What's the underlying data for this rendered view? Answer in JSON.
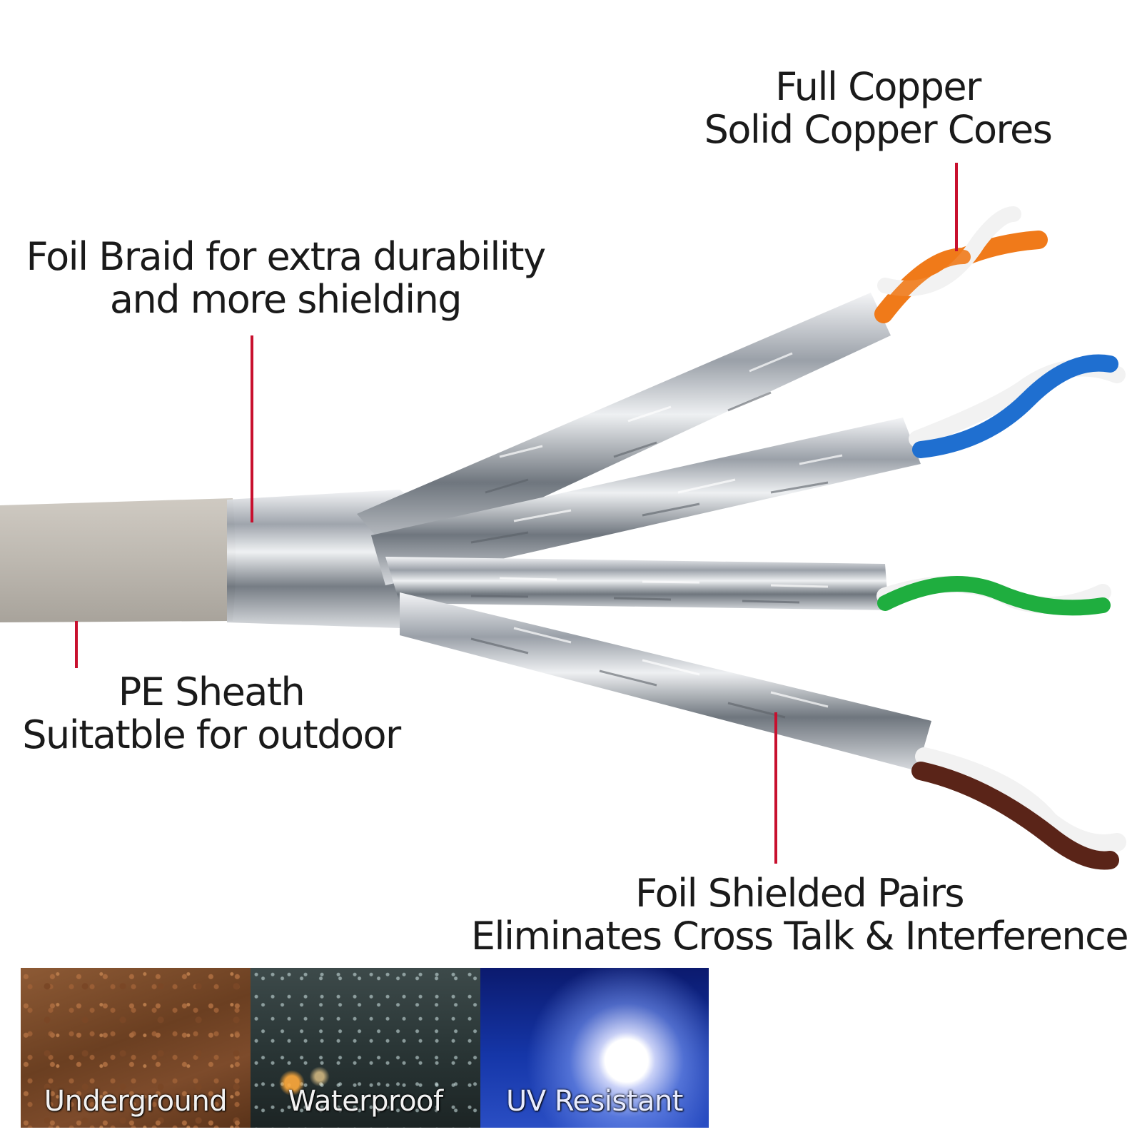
{
  "callouts": {
    "copper": {
      "line1": "Full Copper",
      "line2": "Solid Copper Cores"
    },
    "braid": {
      "line1": "Foil Braid for extra durability",
      "line2": "and more shielding"
    },
    "sheath": {
      "line1": "PE Sheath",
      "line2": "Suitatble for outdoor"
    },
    "pairs": {
      "line1": "Foil Shielded Pairs",
      "line2": "Eliminates Cross Talk & Interference"
    }
  },
  "features": [
    {
      "label": "Underground"
    },
    {
      "label": "Waterproof"
    },
    {
      "label": "UV Resistant"
    }
  ],
  "colors": {
    "pointer": "#c8102e",
    "sheath": "#bdb8b0",
    "foil": "#c9ccd0",
    "pair_orange": "#f07a1a",
    "pair_blue": "#1f6fd0",
    "pair_green": "#1fae3f",
    "pair_brown": "#5a2418"
  }
}
